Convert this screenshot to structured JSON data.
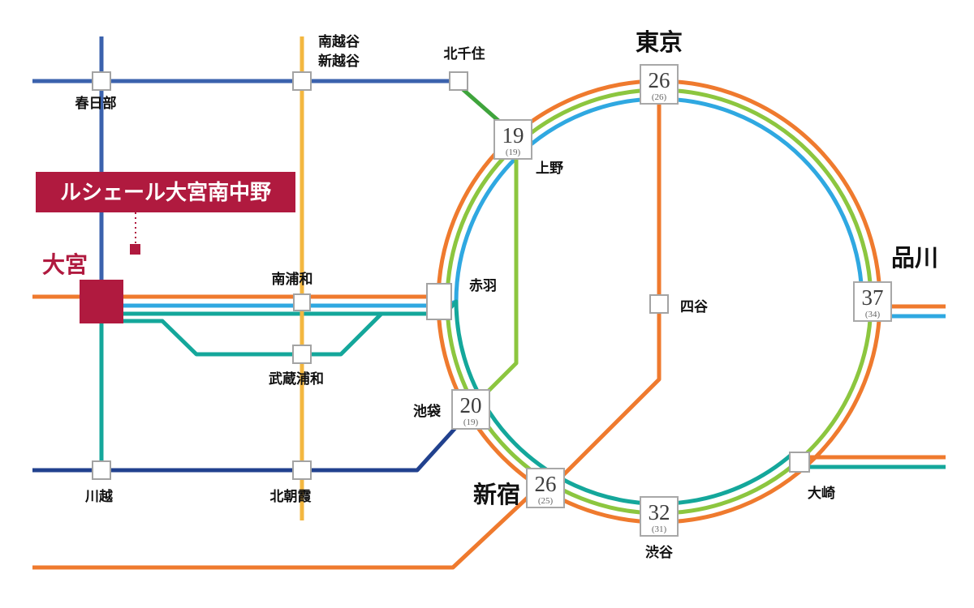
{
  "property": {
    "name": "ルシェール大宮南中野"
  },
  "stations": {
    "omiya": "大宮",
    "kasukabe": "春日部",
    "minami_koshigaya": "南越谷",
    "shin_koshigaya": "新越谷",
    "kita_senju": "北千住",
    "minami_urawa": "南浦和",
    "musashi_urawa": "武蔵浦和",
    "akabane": "赤羽",
    "kita_asaka": "北朝霞",
    "kawagoe": "川越",
    "yotsuya": "四谷",
    "osaki": "大崎",
    "ueno": "上野",
    "tokyo": "東京",
    "shinagawa": "品川",
    "ikebukuro": "池袋",
    "shinjuku": "新宿",
    "shibuya": "渋谷"
  },
  "badges": {
    "ueno": {
      "min": "19",
      "paren": "(19)"
    },
    "tokyo": {
      "min": "26",
      "paren": "(26)"
    },
    "shinagawa": {
      "min": "37",
      "paren": "(34)"
    },
    "ikebukuro": {
      "min": "20",
      "paren": "(19)"
    },
    "shinjuku": {
      "min": "26",
      "paren": "(25)"
    },
    "shibuya": {
      "min": "32",
      "paren": "(31)"
    }
  },
  "colors": {
    "crimson": "#b01a3f",
    "orange": "#ef7a2e",
    "yamanote_green": "#8cc63f",
    "keihin_blue": "#2fa8e1",
    "teal": "#14a79b",
    "tobu_blue": "#3b62ad",
    "tojo_navy": "#21418e",
    "musashino_gold": "#f3b740",
    "joban_green": "#3fa43c",
    "box_border": "#a3a3a3"
  }
}
